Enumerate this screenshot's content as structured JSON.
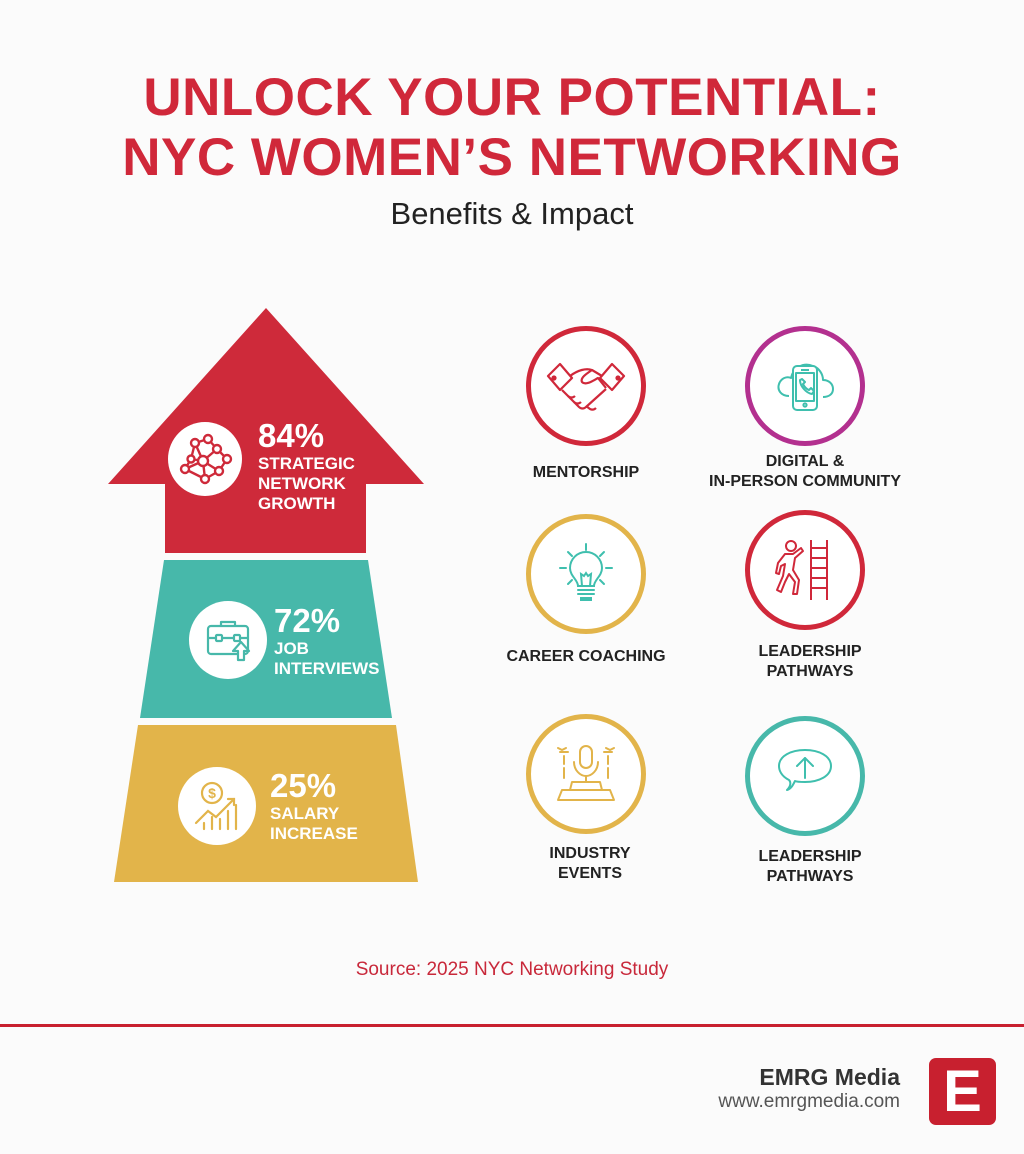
{
  "header": {
    "title_line1": "UNLOCK YOUR POTENTIAL:",
    "title_line2": "NYC WOMEN’S NETWORKING",
    "subtitle": "Benefits & Impact"
  },
  "colors": {
    "red": "#d0283a",
    "teal": "#47b8aa",
    "gold": "#e2b44a",
    "magenta": "#b3308f",
    "text_dark": "#222222"
  },
  "stats": [
    {
      "value": "84%",
      "label": "STRATEGIC\nNETWORK\nGROWTH",
      "icon": "network-icon",
      "color": "#d0283a"
    },
    {
      "value": "72%",
      "label": "JOB\nINTERVIEWS",
      "icon": "briefcase-up-icon",
      "color": "#47b8aa"
    },
    {
      "value": "25%",
      "label": "SALARY\nINCREASE",
      "icon": "dollar-growth-icon",
      "color": "#e2b44a"
    }
  ],
  "features": [
    {
      "label": "MENTORSHIP",
      "icon": "handshake-icon",
      "ring": "#d0283a"
    },
    {
      "label": "DIGITAL &\nIN-PERSON COMMUNITY",
      "icon": "phone-cloud-icon",
      "ring": "#b3308f"
    },
    {
      "label": "CAREER COACHING",
      "icon": "lightbulb-icon",
      "ring": "#e2b44a"
    },
    {
      "label": "LEADERSHIP\nPATHWAYS",
      "icon": "ladder-climb-icon",
      "ring": "#d0283a"
    },
    {
      "label": "INDUSTRY\nEVENTS",
      "icon": "microphone-podium-icon",
      "ring": "#e2b44a"
    },
    {
      "label": "LEADERSHIP\nPATHWAYS",
      "icon": "speech-arrow-icon",
      "ring": "#47b8aa"
    }
  ],
  "source": "Source: 2025 NYC Networking Study",
  "footer": {
    "brand": "EMRG Media",
    "url": "www.emrgmedia.com",
    "logo_letter": "E"
  }
}
